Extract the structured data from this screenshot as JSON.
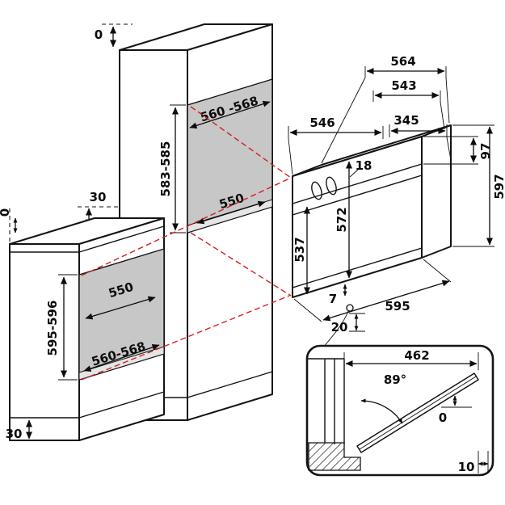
{
  "figure": {
    "type": "built-in oven installation diagram",
    "labels": {
      "top_zero": "0",
      "tall_niche_width": "560 -568",
      "tall_niche_height": "583-585",
      "tall_niche_depth": "550",
      "tall_vent": "30",
      "base_zero": "0",
      "base_niche_depth": "550",
      "base_niche_height": "595-596",
      "base_niche_width": "560-568",
      "base_plinth": "30",
      "oven_back_width": "564",
      "oven_mid_width": "543",
      "oven_depth": "546",
      "oven_top_depth": "345",
      "oven_panel_depth": "18",
      "oven_panel_height": "97",
      "oven_front_height": "537",
      "oven_body_height": "572",
      "oven_total_height": "597",
      "oven_foot_gap": "7",
      "oven_width": "595",
      "oven_bottom_gap": "20",
      "door_open_width": "462",
      "door_angle": "89°",
      "door_zero": "0",
      "door_clearance": "10"
    },
    "colors": {
      "line": "#141414",
      "projection": "#d01f1f",
      "niche_fill": "#c7c7c7"
    }
  }
}
